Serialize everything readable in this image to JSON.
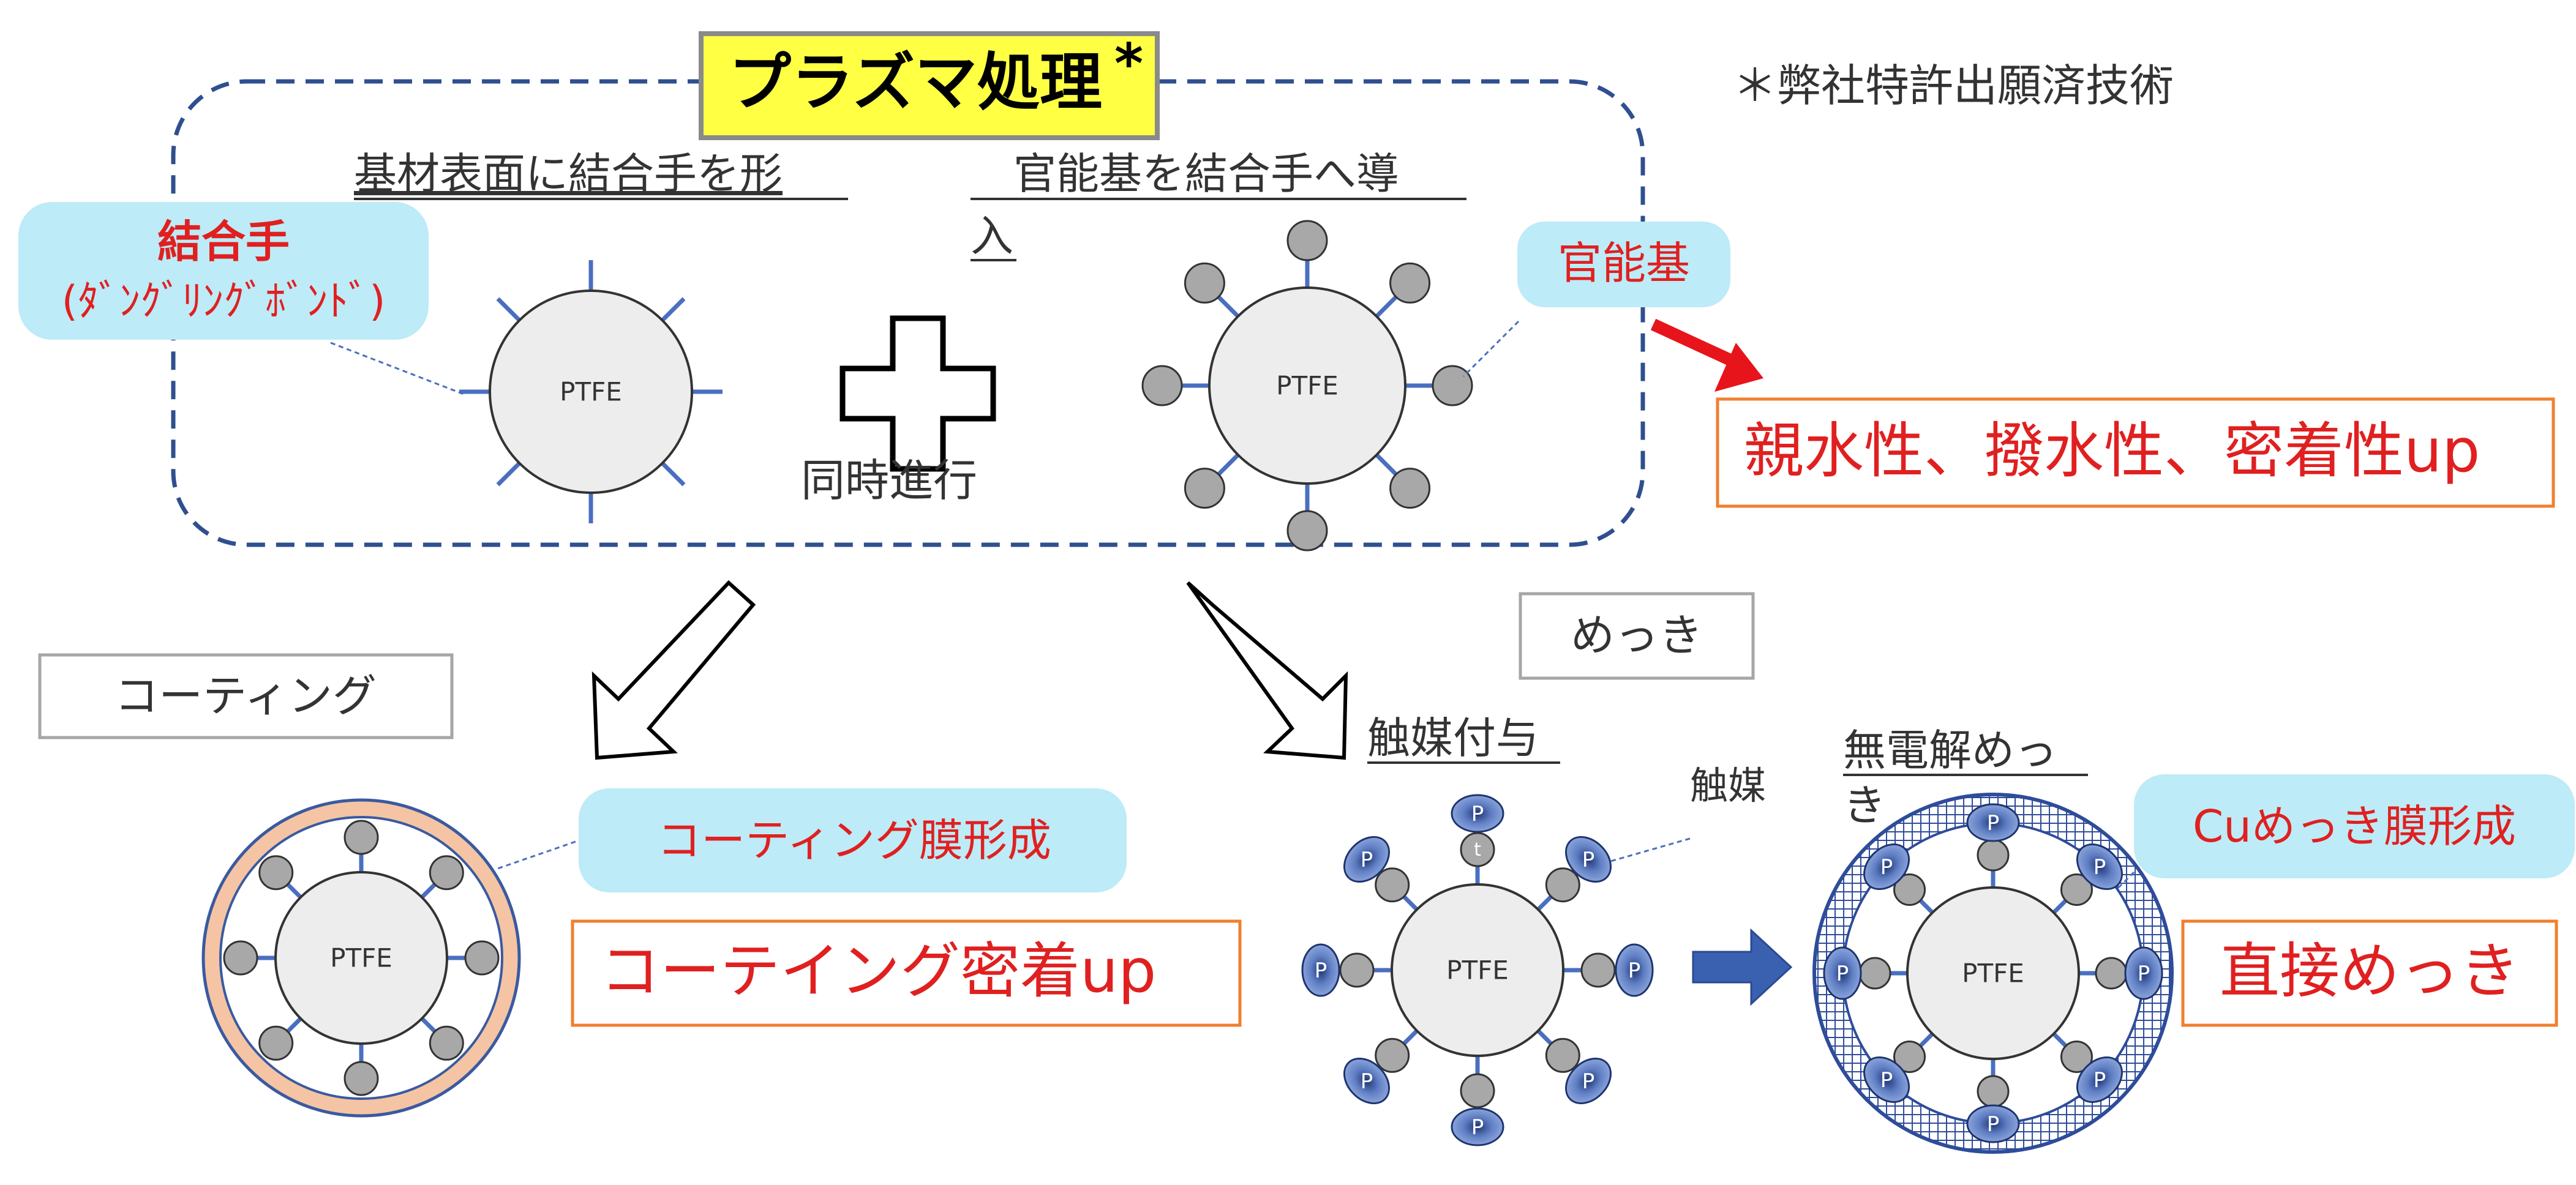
{
  "title": "プラズマ処理",
  "title_mark": "*",
  "patent_note": "＊弊社特許出願済技術",
  "step1_label": "基材表面に結合手を形",
  "step2_label": "　官能基を結合手へ導",
  "step2_label_cont": "入",
  "callout_bond_title": "結合手",
  "callout_bond_sub": "(ﾀﾞﾝｸﾞﾘﾝｸﾞﾎﾞﾝﾄﾞ)",
  "callout_functional": "官能基",
  "simultaneous": "同時進行",
  "result_plasma": "親水性、撥水性、密着性up",
  "box_coating": "コーティング",
  "box_plating": "めっき",
  "catalyst_step": "触媒付与",
  "catalyst_label": "触媒",
  "electroless_label": "無電解めっ",
  "electroless_label_cont": "き",
  "callout_coating_film": "コーティング膜形成",
  "callout_cu_film": "Cuめっき膜形成",
  "result_coating": "コーテイング密着up",
  "result_direct": "直接めっき",
  "particle_label": "PTFE",
  "catalyst_symbol": "P",
  "catalyst_small_symbol": "t",
  "colors": {
    "dash_border": "#2F4F8F",
    "title_bg": "#FFFF44",
    "callout_bg": "#BDEBF7",
    "red_text": "#E02020",
    "orange_border": "#F08030",
    "bond_line": "#4A6FC0",
    "particle_fill": "#EDEDED",
    "ball_fill": "#A8A8A8",
    "coat_ring": "#F4C4A4",
    "catalyst_fill": "#3D5A9E",
    "arrow_blue": "#3A60B0"
  }
}
